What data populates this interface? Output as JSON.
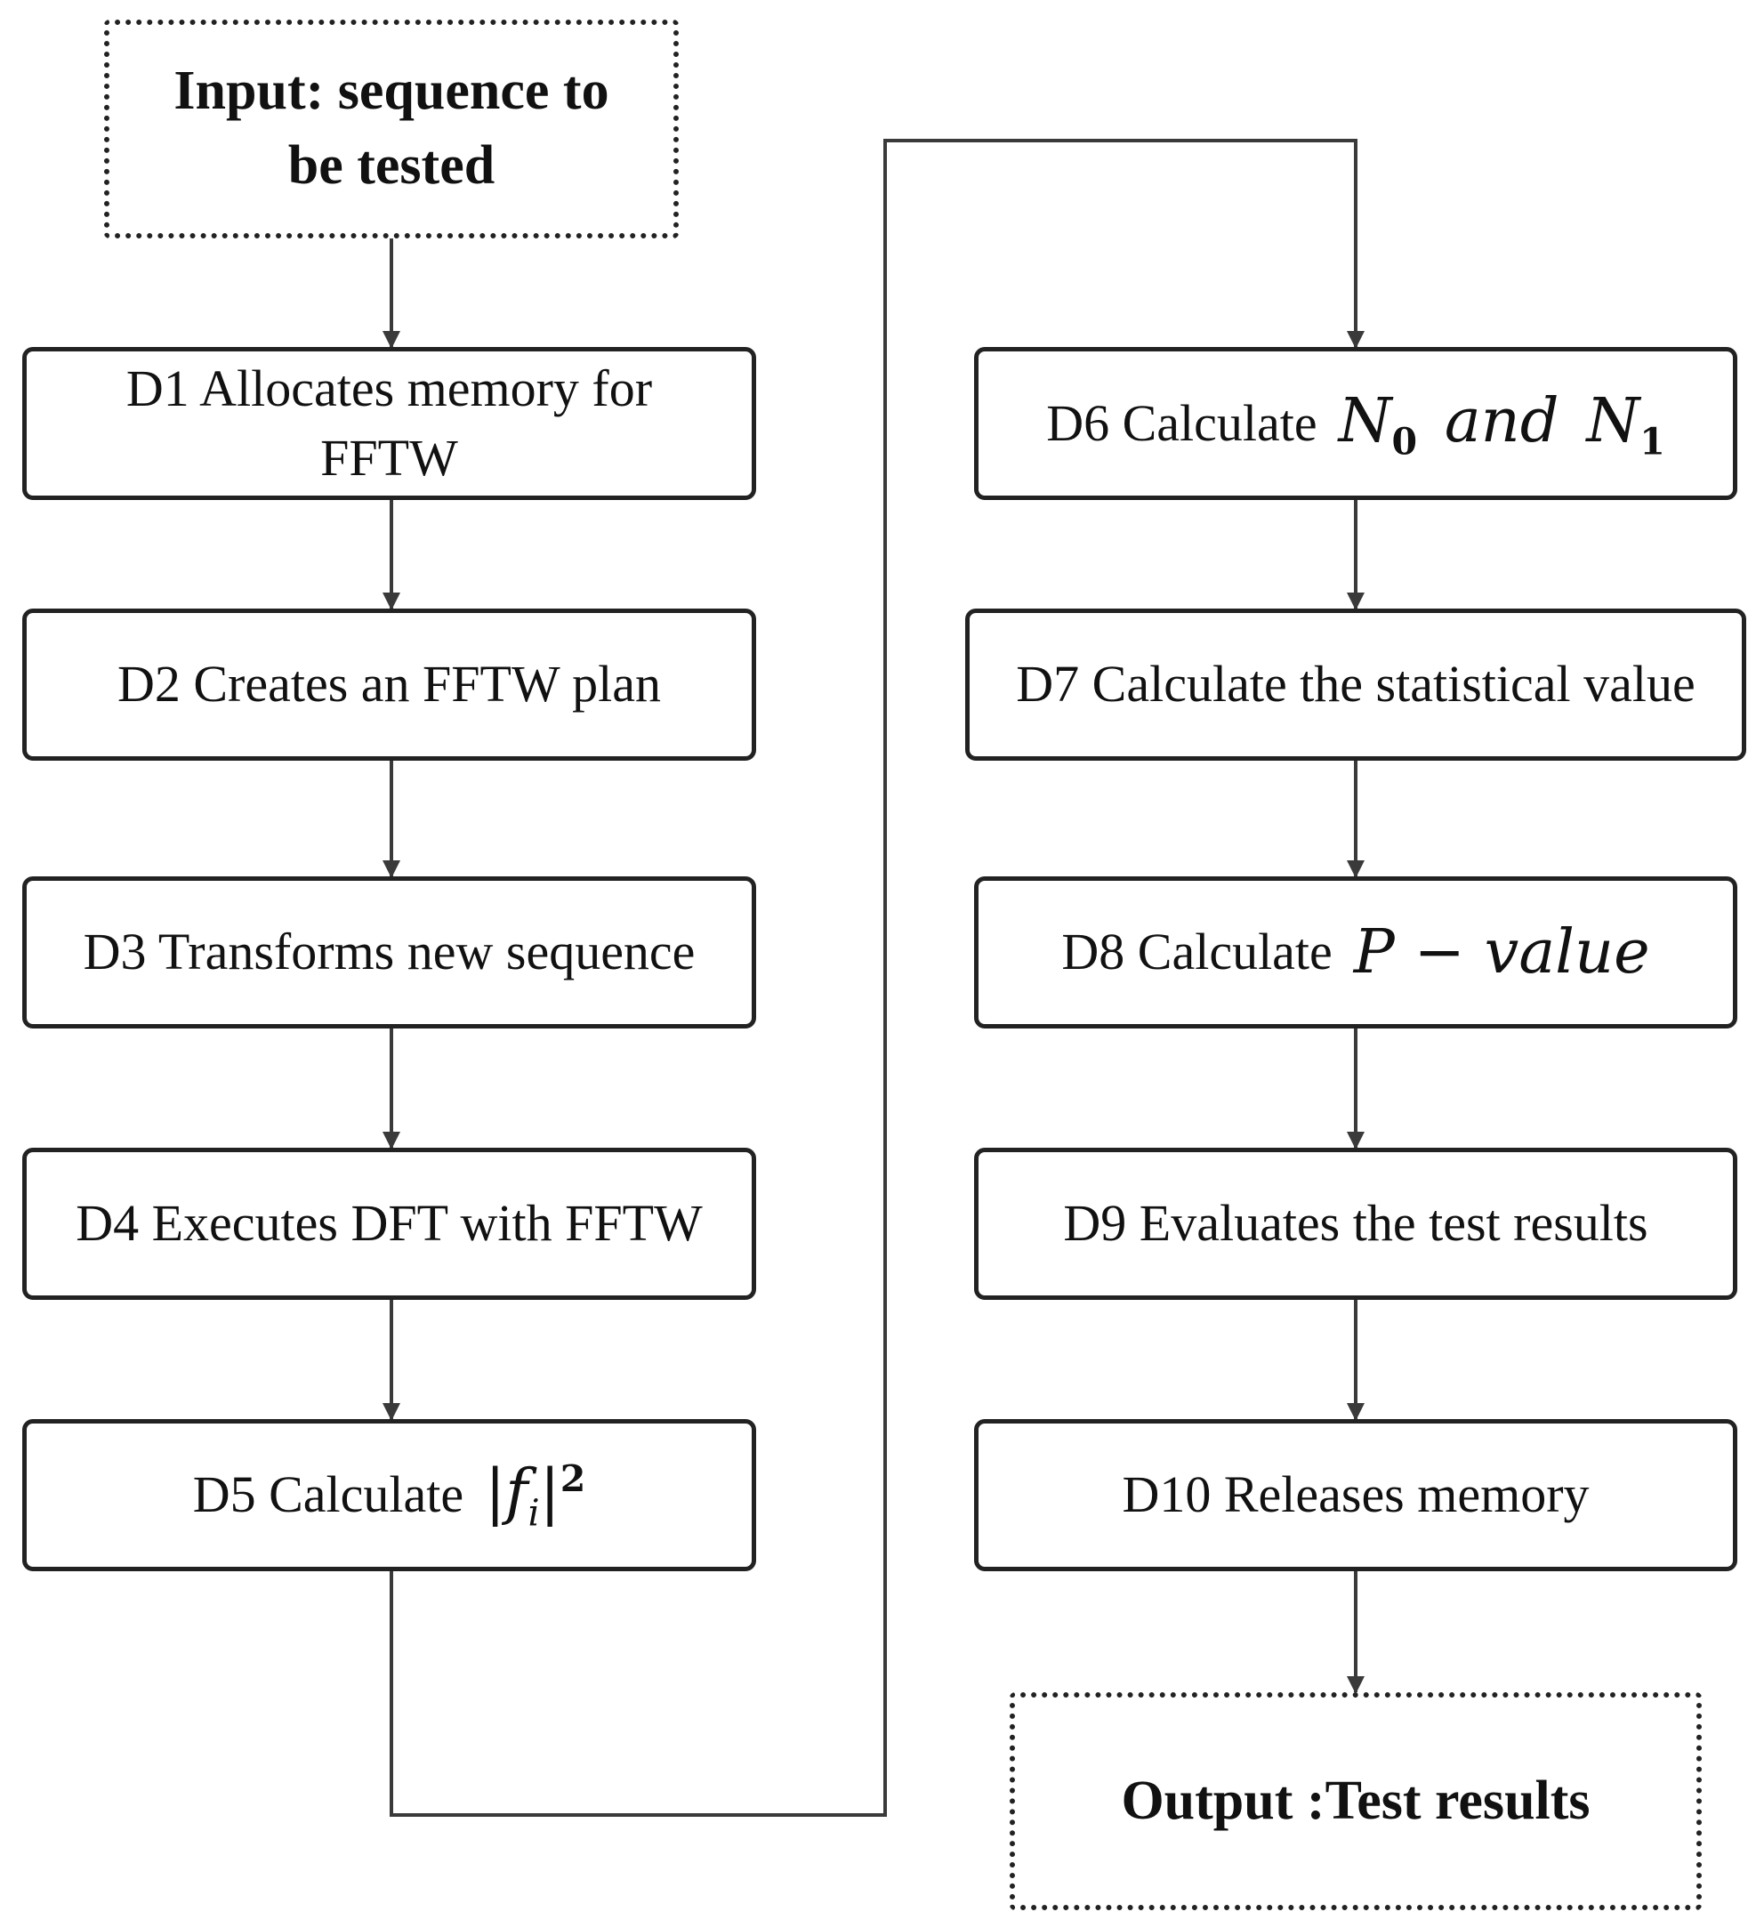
{
  "start": {
    "line1": "Input: sequence to",
    "line2": "be tested"
  },
  "end": {
    "label": "Output :Test results"
  },
  "steps": [
    {
      "text": "D1 Allocates memory for FFTW"
    },
    {
      "text": "D2 Creates an FFTW plan"
    },
    {
      "text": "D3 Transforms new sequence"
    },
    {
      "text": "D4 Executes DFT with FFTW"
    },
    {
      "text": "D5 Calculate",
      "math": {
        "var": "f",
        "sub": "i",
        "sup": "2"
      }
    },
    {
      "text": "D6 Calculate",
      "math": {
        "a": "N",
        "a_sub": "0",
        "conj": "and",
        "b": "N",
        "b_sub": "1"
      }
    },
    {
      "text": "D7 Calculate the statistical value"
    },
    {
      "text": "D8 Calculate",
      "math": {
        "p": "P",
        "minus": "−",
        "value": "value"
      }
    },
    {
      "text": "D9 Evaluates the test results"
    },
    {
      "text": "D10 Releases memory"
    }
  ]
}
